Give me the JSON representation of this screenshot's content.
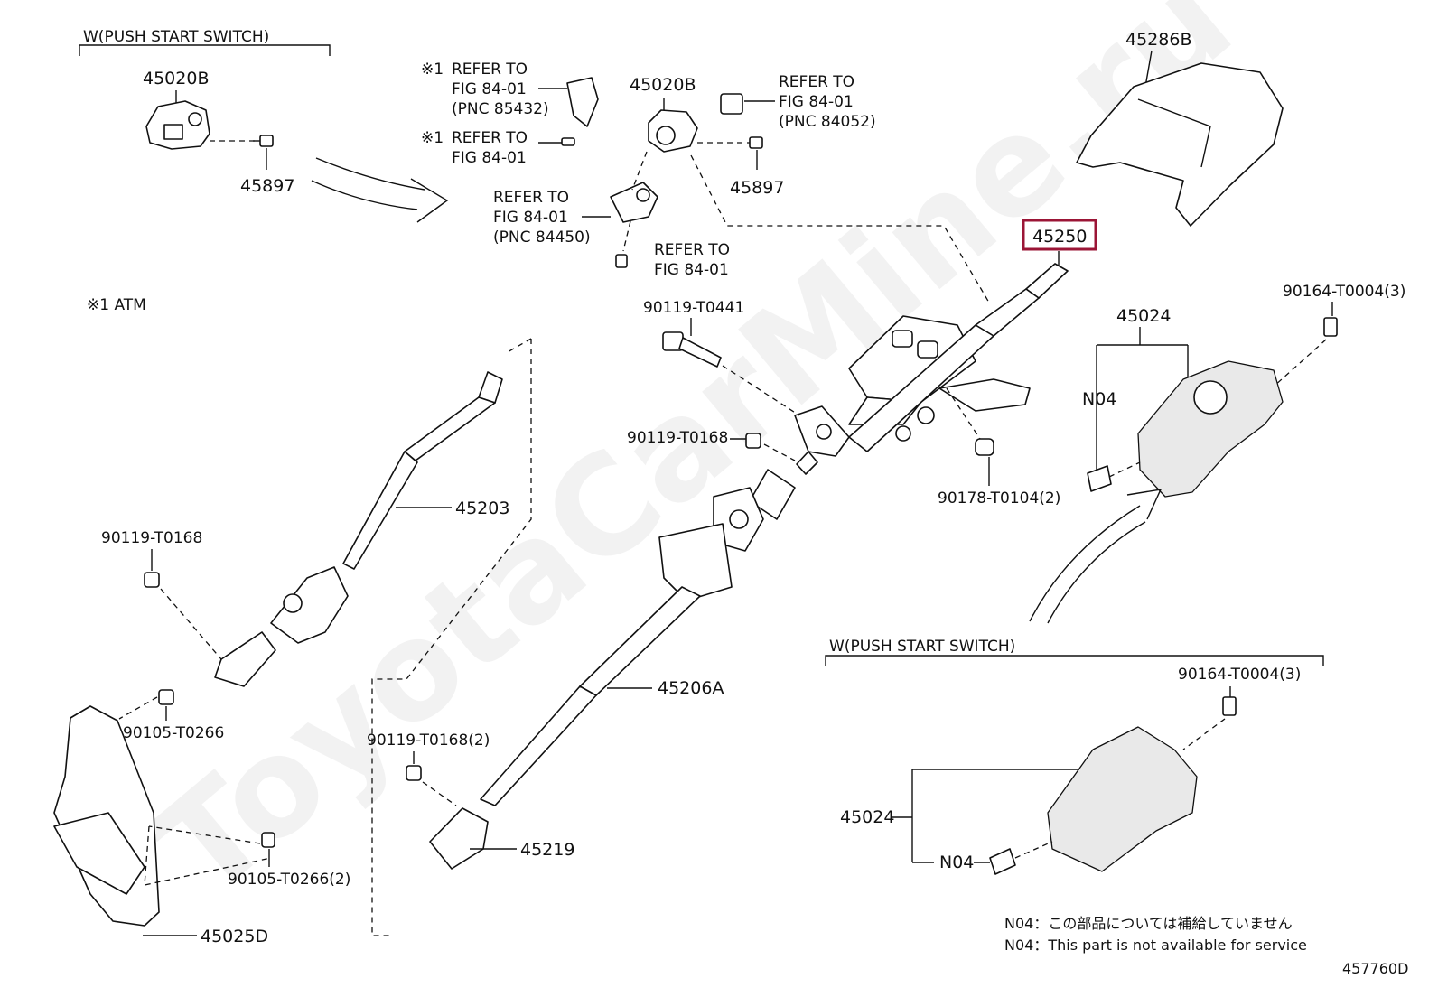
{
  "watermark": "ToyotaCarMine.ru",
  "groups": {
    "push_start_top": "W(PUSH START SWITCH)",
    "push_start_bottom": "W(PUSH START SWITCH)",
    "atm_note": "※1 ATM"
  },
  "references": [
    {
      "prefix": "※1",
      "lines": [
        "REFER TO",
        "FIG 84-01",
        "(PNC 85432)"
      ]
    },
    {
      "prefix": "※1",
      "lines": [
        "REFER TO",
        "FIG 84-01"
      ]
    },
    {
      "prefix": "",
      "lines": [
        "REFER TO",
        "FIG 84-01",
        "(PNC 84052)"
      ]
    },
    {
      "prefix": "",
      "lines": [
        "REFER TO",
        "FIG 84-01",
        "(PNC 84450)"
      ]
    },
    {
      "prefix": "",
      "lines": [
        "REFER TO",
        "FIG 84-01"
      ]
    }
  ],
  "parts": {
    "p45020b_left": "45020B",
    "p45897_left": "45897",
    "p45020b_center": "45020B",
    "p45897_center": "45897",
    "p45286b": "45286B",
    "p45250": "45250",
    "p90119_t0441": "90119-T0441",
    "p90164_top": "90164-T0004(3)",
    "p45024_top": "45024",
    "n04_top": "N04",
    "p90119_t0168_center": "90119-T0168",
    "p90178": "90178-T0104(2)",
    "p45203": "45203",
    "p90119_t0168_left": "90119-T0168",
    "p45206a": "45206A",
    "p90105_t0266": "90105-T0266",
    "p90119_t0168_2": "90119-T0168(2)",
    "p45219": "45219",
    "p90105_t0266_2": "90105-T0266(2)",
    "p45025d": "45025D",
    "p90164_bottom": "90164-T0004(3)",
    "p45024_bottom": "45024",
    "n04_bottom": "N04"
  },
  "highlighted_part": "45250",
  "notes": [
    "N04：この部品については補給していません",
    "N04：This part is not available for service"
  ],
  "diagram_id": "457760D",
  "colors": {
    "highlight": "#9b1536",
    "line": "#111111"
  }
}
